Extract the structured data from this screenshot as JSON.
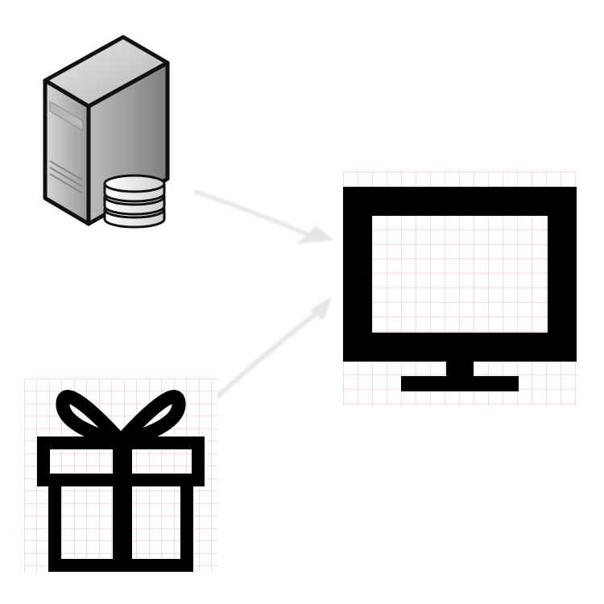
{
  "diagram": {
    "nodes": [
      {
        "id": "server",
        "icon": "server-database-icon"
      },
      {
        "id": "monitor",
        "icon": "monitor-icon"
      },
      {
        "id": "gift",
        "icon": "gift-icon"
      }
    ],
    "edges": [
      {
        "from": "server",
        "to": "monitor",
        "style": "shadowed-arrow"
      },
      {
        "from": "gift",
        "to": "monitor",
        "style": "shadowed-arrow"
      }
    ],
    "colors": {
      "background": "#ffffff",
      "grid_line": "#e8a0a0",
      "icon_fill": "#000000",
      "arrow": "#e9e9e9",
      "server_light": "#cfcfcf",
      "server_dark": "#8c8c8c"
    }
  }
}
